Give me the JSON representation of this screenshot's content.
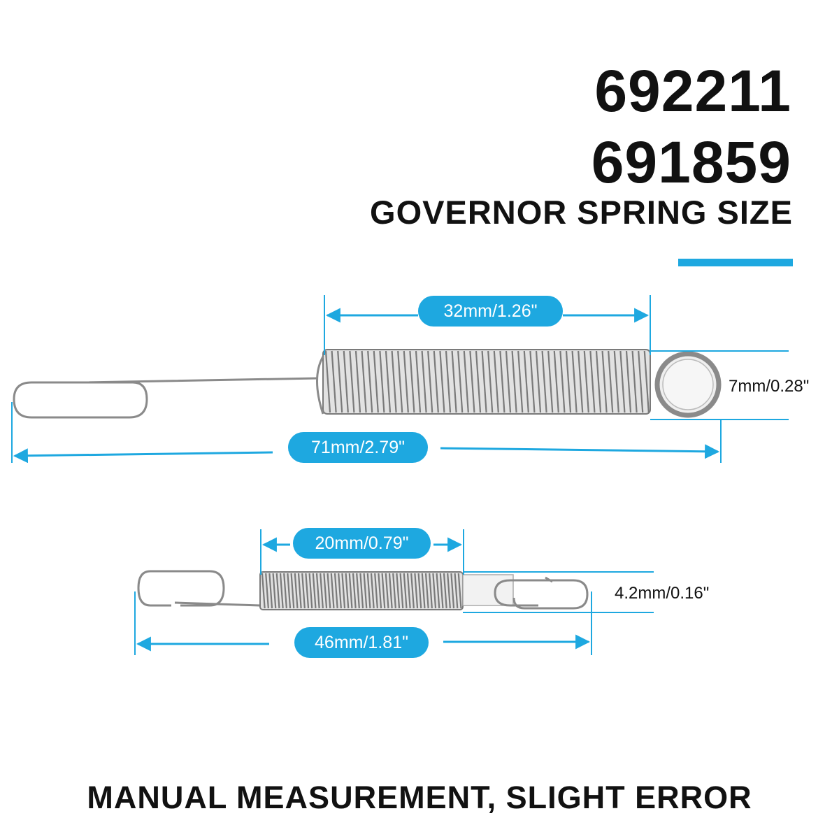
{
  "header": {
    "part_number_1": "692211",
    "part_number_2": "691859",
    "heading": "GOVERNOR SPRING SIZE"
  },
  "large_spring": {
    "coil_length_label": "32mm/1.26\"",
    "coil_diameter_label": "7mm/0.28\"",
    "overall_length_label": "71mm/2.79\""
  },
  "small_spring": {
    "coil_length_label": "20mm/0.79\"",
    "coil_diameter_label": "4.2mm/0.16\"",
    "overall_length_label": "46mm/1.81\""
  },
  "footer": {
    "note": "MANUAL MEASUREMENT, SLIGHT ERROR"
  },
  "colors": {
    "accent": "#1ea8e0",
    "text": "#111111",
    "metal": "#8a8a8a"
  }
}
